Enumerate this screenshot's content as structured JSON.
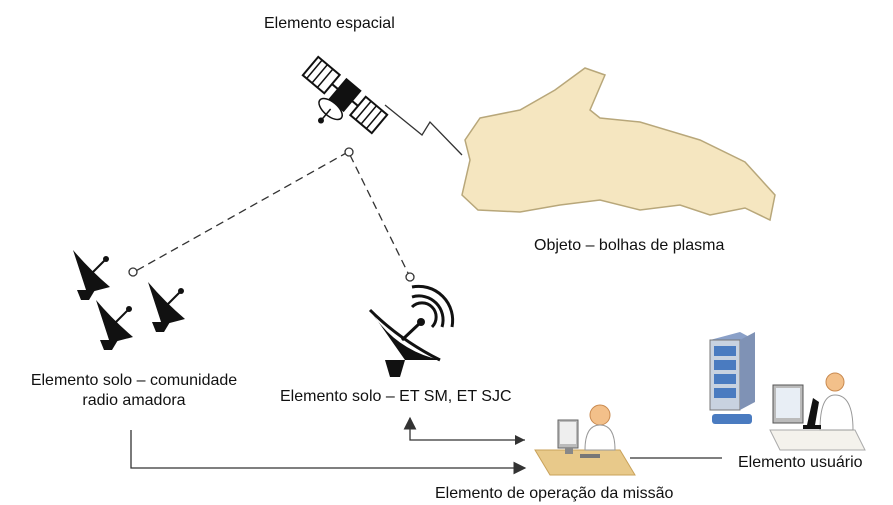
{
  "labels": {
    "space_element": "Elemento espacial",
    "object": "Objeto – bolhas de plasma",
    "ground_community_line1": "Elemento solo – comunidade",
    "ground_community_line2": "radio amadora",
    "ground_stations": "Elemento solo – ET SM, ET SJC",
    "user_element": "Elemento usuário",
    "mission_operation": "Elemento de operação da missão"
  },
  "colors": {
    "plasma_fill": "#f5e6c0",
    "plasma_stroke": "#b8a77a",
    "desk": "#e8c98a",
    "desk_dark": "#c9a25a",
    "server_blue": "#4a7bc0",
    "line": "#333333"
  }
}
